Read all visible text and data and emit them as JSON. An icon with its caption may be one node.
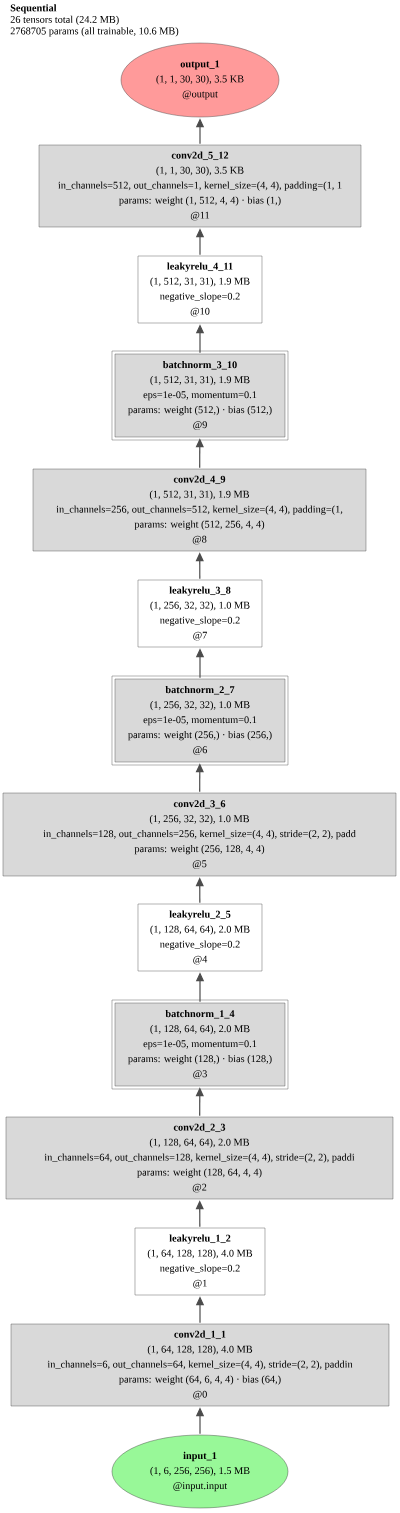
{
  "diagram": {
    "title": "Sequential",
    "nodes": [
      {
        "text": [
          "output_1",
          "(1, 1, 30, 30), 3.5 KB",
          "@output"
        ]
      },
      {
        "text": [
          "conv2d_5_12",
          "(1, 1, 30, 30), 3.5 KB",
          "in_channels=512, out_channels=1, kernel_size=(4, 4), padding=(1, 1",
          "params: weight (1, 512, 4, 4) · bias (1,)",
          "@11"
        ]
      },
      {
        "text": [
          "leakyrelu_4_11",
          "(1, 512, 31, 31), 1.9 MB",
          "negative_slope=0.2",
          "@10"
        ]
      },
      {
        "text": [
          "batchnorm_3_10",
          "(1, 512, 31, 31), 1.9 MB",
          "eps=1e-05, momentum=0.1",
          "params: weight (512,) · bias (512,)",
          "@9"
        ]
      },
      {
        "text": [
          "conv2d_4_9",
          "(1, 512, 31, 31), 1.9 MB",
          "in_channels=256, out_channels=512, kernel_size=(4, 4), padding=(1,",
          "params: weight (512, 256, 4, 4)",
          "@8"
        ]
      },
      {
        "text": [
          "leakyrelu_3_8",
          "(1, 256, 32, 32), 1.0 MB",
          "negative_slope=0.2",
          "@7"
        ]
      },
      {
        "text": [
          "batchnorm_2_7",
          "(1, 256, 32, 32), 1.0 MB",
          "eps=1e-05, momentum=0.1",
          "params: weight (256,) · bias (256,)",
          "@6"
        ]
      },
      {
        "text": [
          "conv2d_3_6",
          "(1, 256, 32, 32), 1.0 MB",
          "in_channels=128, out_channels=256, kernel_size=(4, 4), stride=(2, 2), padd",
          "params: weight (256, 128, 4, 4)",
          "@5"
        ]
      },
      {
        "text": [
          "leakyrelu_2_5",
          "(1, 128, 64, 64), 2.0 MB",
          "negative_slope=0.2",
          "@4"
        ]
      },
      {
        "text": [
          "batchnorm_1_4",
          "(1, 128, 64, 64), 2.0 MB",
          "eps=1e-05, momentum=0.1",
          "params: weight (128,) · bias (128,)",
          "@3"
        ]
      },
      {
        "text": [
          "conv2d_2_3",
          "(1, 128, 64, 64), 2.0 MB",
          "in_channels=64, out_channels=128, kernel_size=(4, 4), stride=(2, 2), paddi",
          "params: weight (128, 64, 4, 4)",
          "@2"
        ]
      },
      {
        "text": [
          "leakyrelu_1_2",
          "(1, 64, 128, 128), 4.0 MB",
          "negative_slope=0.2",
          "@1"
        ]
      },
      {
        "text": [
          "conv2d_1_1",
          "(1, 64, 128, 128), 4.0 MB",
          "in_channels=6, out_channels=64, kernel_size=(4, 4), stride=(2, 2), paddin",
          "params: weight (64, 6, 4, 4) · bias (64,)",
          "@0"
        ]
      },
      {
        "text": [
          "input_1",
          "(1, 6, 256, 256), 1.5 MB",
          "@input.input"
        ]
      }
    ],
    "edges": [
      {
        "from": 1,
        "to": 0,
        "arrow": "to"
      },
      {
        "from": 2,
        "to": 1,
        "arrow": "to"
      },
      {
        "from": 3,
        "to": 2,
        "arrow": "to"
      },
      {
        "from": 4,
        "to": 3,
        "arrow": "to"
      },
      {
        "from": 5,
        "to": 4,
        "arrow": "to"
      },
      {
        "from": 6,
        "to": 5,
        "arrow": "to"
      },
      {
        "from": 7,
        "to": 6,
        "arrow": "to"
      },
      {
        "from": 8,
        "to": 7,
        "arrow": "to"
      },
      {
        "from": 9,
        "to": 8,
        "arrow": "to"
      },
      {
        "from": 10,
        "to": 9,
        "arrow": "to"
      },
      {
        "from": 11,
        "to": 10,
        "arrow": "to"
      },
      {
        "from": 12,
        "to": 11,
        "arrow": "to"
      },
      {
        "from": 13,
        "to": 12,
        "arrow": "to"
      }
    ],
    "labels": [
      "26 tensors total (24.2 MB)",
      "2768705 params (all trainable, 10.6 MB)"
    ]
  }
}
